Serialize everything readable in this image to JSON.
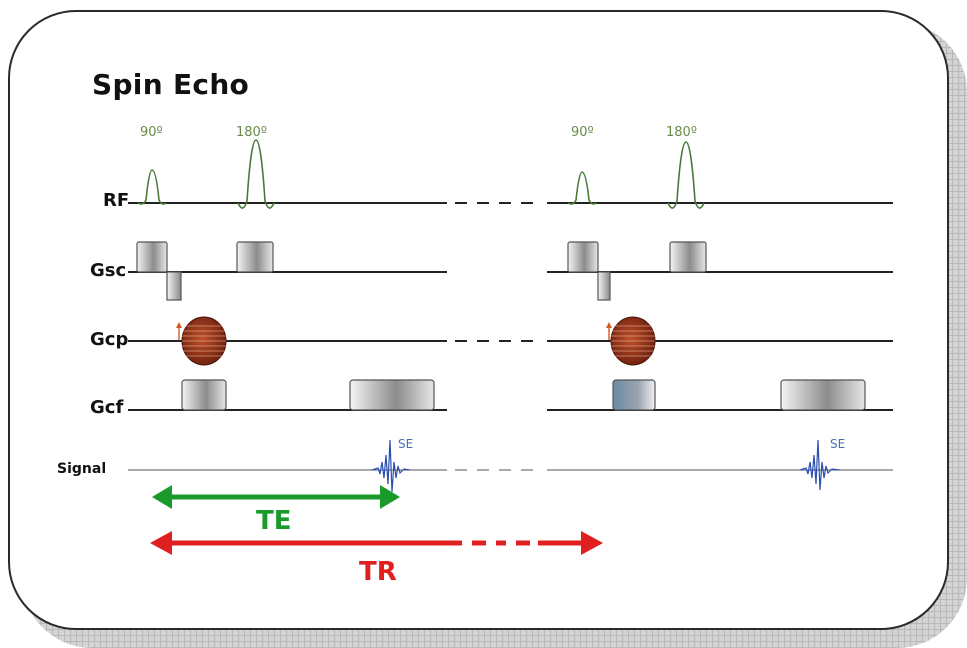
{
  "title": "Spin Echo",
  "rows": {
    "rf": "RF",
    "gsc": "Gsc",
    "gcp": "Gcp",
    "gcf": "Gcf",
    "signal": "Signal"
  },
  "pulse_labels": {
    "p90_first": "90º",
    "p180_first": "180º",
    "p90_second": "90º",
    "p180_second": "180º"
  },
  "echo_labels": {
    "se_first": "SE",
    "se_second": "SE"
  },
  "intervals": {
    "te": "TE",
    "tr": "TR"
  },
  "colors": {
    "te": "#1a9a2a",
    "tr": "#e02020",
    "rf_pulse": "#4a7a3a",
    "signal": "#2a4fb0",
    "phase_blob": "#8a2a14"
  }
}
